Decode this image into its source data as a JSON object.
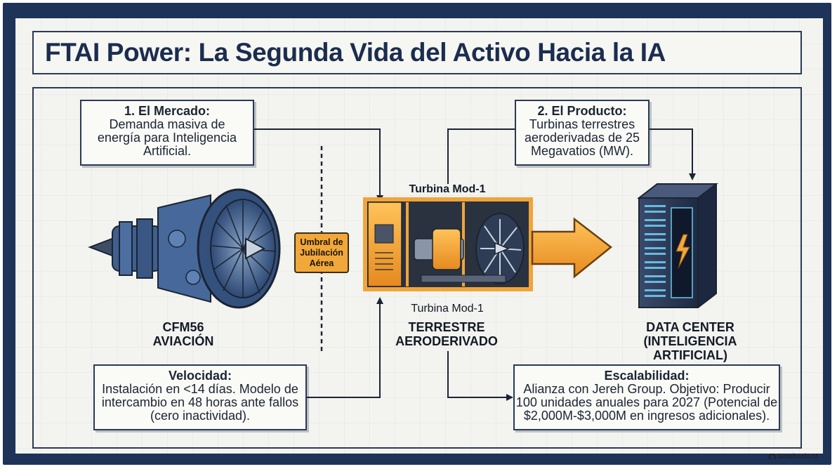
{
  "title": "FTAI Power: La Segunda Vida del Activo Hacia la IA",
  "mercado": {
    "heading": "1. El Mercado:",
    "lines": [
      "Demanda masiva de",
      "energía para Inteligencia",
      "Artificial."
    ]
  },
  "producto": {
    "heading": "2. El Producto:",
    "lines": [
      "Turbinas terrestres",
      "aeroderivadas de 25",
      "Megavatios (MW)."
    ]
  },
  "velocidad": {
    "heading": "Velocidad:",
    "lines": [
      "Instalación en <14 días. Modelo de",
      "intercambio en 48 horas ante fallos",
      "(cero inactividad)."
    ]
  },
  "escalabilidad": {
    "heading": "Escalabilidad:",
    "lines": [
      "Alianza con Jereh Group. Objetivo: Producir",
      "100 unidades anuales para 2027 (Potencial de",
      "$2,000M-$3,000M en ingresos adicionales)."
    ]
  },
  "threshold": {
    "lines": [
      "Umbral de",
      "Jubilación",
      "Aérea"
    ]
  },
  "labels": {
    "engine": [
      "CFM56",
      "AVIACIÓN"
    ],
    "turbine_top": "Turbina Mod-1",
    "turbine_bottom": "Turbina Mod-1",
    "turbine": [
      "TERRESTRE",
      "AERODERIVADO"
    ],
    "datacenter": [
      "DATA CENTER",
      "(INTELIGENCIA ARTIFICIAL)"
    ]
  },
  "watermark": "NotebookLM",
  "colors": {
    "navy": "#1e3358",
    "orange": "#f2a73a",
    "engine_blue": "#3f5f8f",
    "server_blue": "#6cc8f0"
  },
  "icons": [
    "jet-engine-icon",
    "turbine-container-icon",
    "data-center-server-icon",
    "lightning-icon",
    "big-arrow-icon"
  ]
}
